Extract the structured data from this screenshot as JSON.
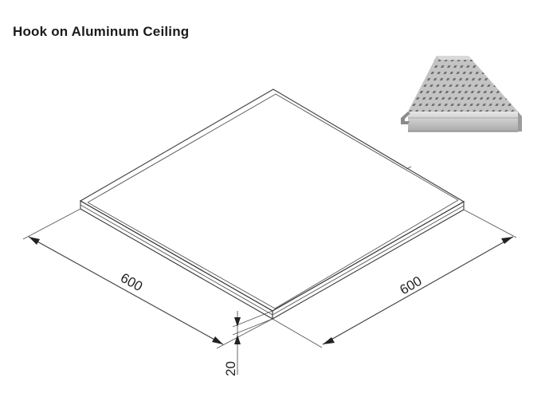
{
  "title": "Hook on Aluminum Ceiling",
  "dimensions": {
    "left_width": "600",
    "right_depth": "600",
    "height": "20"
  },
  "photo": {
    "subject": "perforated-hook-on-panel"
  },
  "colors": {
    "text": "#1a1a1a",
    "line": "#3a3a3a",
    "panel_fill": "#ffffff",
    "photo_metal": "#c8c8c8"
  }
}
